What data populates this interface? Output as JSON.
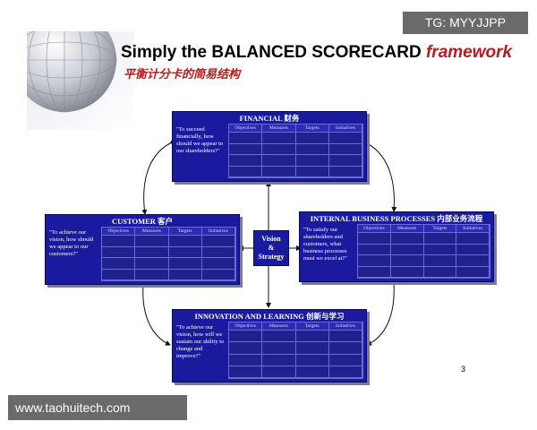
{
  "title": "Simply the BALANCED SCORECARD",
  "title_emph": "framework",
  "subtitle": "平衡计分卡的简易结构",
  "column_headers": [
    "Objectives",
    "Measures",
    "Targets",
    "Initiatives"
  ],
  "panels": {
    "financial": {
      "title": "FINANCIAL 财务",
      "question": "\"To succeed financially, how should we appear to our shareholders?\""
    },
    "customer": {
      "title": "CUSTOMER 客户",
      "question": "\"To achieve our vision, how should we appear to our customers?\""
    },
    "internal": {
      "title": "INTERNAL BUSINESS PROCESSES 内部业务流程",
      "question": "\"To satisfy our shareholders and customers, what business processes must we excel at?\""
    },
    "learning": {
      "title": "INNOVATION AND LEARNING 创新与学习",
      "question": "\"To achieve our vision, how will we sustain our ability to change and improve?\""
    }
  },
  "vision": {
    "line1": "Vision",
    "line2": "&",
    "line3": "Strategy"
  },
  "page_number": "3",
  "watermark_top": "TG: MYYJJPP",
  "watermark_bottom": "www.taohuitech.com"
}
